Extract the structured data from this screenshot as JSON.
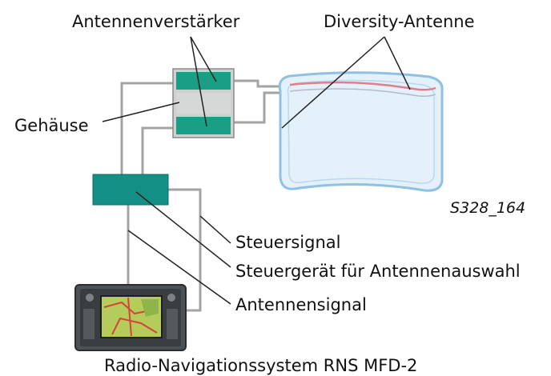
{
  "labels": {
    "antennenverstaerker": "Antennenverstärker",
    "diversity_antenne": "Diversity-Antenne",
    "gehaeuse": "Gehäuse",
    "figure_code": "S328_164",
    "steuersignal": "Steuersignal",
    "steuergeraet": "Steuergerät für Antennenauswahl",
    "antennensignal": "Antennensignal",
    "radio_navigation": "Radio-Navigationssystem RNS MFD-2"
  },
  "colors": {
    "amplifier_green": "#1a9e86",
    "housing_gray": "#cfd1d1",
    "control_unit_teal": "#148f86",
    "cable_gray": "#9a9a9a",
    "windshield_fill": "#e4f1fa",
    "windshield_edge": "#8fc1e2",
    "antenna_red": "#e07f8c",
    "leader_line": "#222222"
  },
  "icons": {
    "radio_unit": "radio-navigation-unit-icon",
    "windshield": "windshield-icon"
  }
}
